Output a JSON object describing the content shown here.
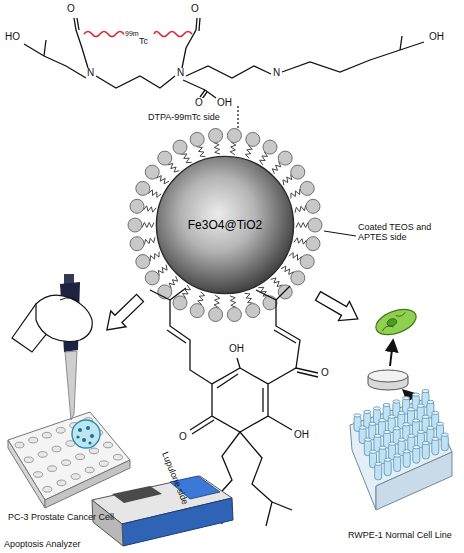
{
  "diagram": {
    "nodes": [
      {
        "text": [
          "Fe3O4@TiO2"
        ]
      }
    ],
    "labels": [
      "O",
      "O",
      "HO",
      "OH",
      "99m",
      "Tc",
      "N",
      "N",
      "N",
      "O",
      "OH",
      "OH",
      "O",
      "O",
      "OH",
      "DTPA-99mTc side",
      "Coated TEOS and APTES side",
      "Lupulone side",
      "PC-3 Prostate Cancer Cell",
      "RWPE-1 Normal Cell Line",
      "Apoptosis Analyzer"
    ]
  }
}
